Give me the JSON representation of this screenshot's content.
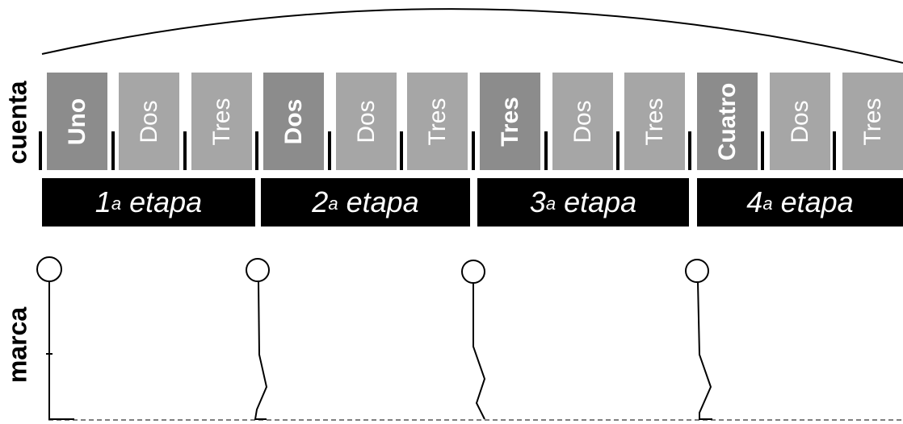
{
  "labels": {
    "count": "cuenta",
    "mark": "marca"
  },
  "counts": [
    {
      "text": "Uno",
      "emphasis": true
    },
    {
      "text": "Dos",
      "emphasis": false
    },
    {
      "text": "Tres",
      "emphasis": false
    },
    {
      "text": "Dos",
      "emphasis": true
    },
    {
      "text": "Dos",
      "emphasis": false
    },
    {
      "text": "Tres",
      "emphasis": false
    },
    {
      "text": "Tres",
      "emphasis": true
    },
    {
      "text": "Dos",
      "emphasis": false
    },
    {
      "text": "Tres",
      "emphasis": false
    },
    {
      "text": "Cuatro",
      "emphasis": true
    },
    {
      "text": "Dos",
      "emphasis": false
    },
    {
      "text": "Tres",
      "emphasis": false
    }
  ],
  "stages": [
    {
      "num": "1",
      "sup": "a",
      "word": "etapa"
    },
    {
      "num": "2",
      "sup": "a",
      "word": "etapa"
    },
    {
      "num": "3",
      "sup": "a",
      "word": "etapa"
    },
    {
      "num": "4",
      "sup": "a",
      "word": "etapa"
    }
  ],
  "colors": {
    "count_emphasis": "#8c8c8c",
    "count_regular": "#a6a6a6",
    "stage_bar": "#000000",
    "stage_text": "#ffffff"
  }
}
